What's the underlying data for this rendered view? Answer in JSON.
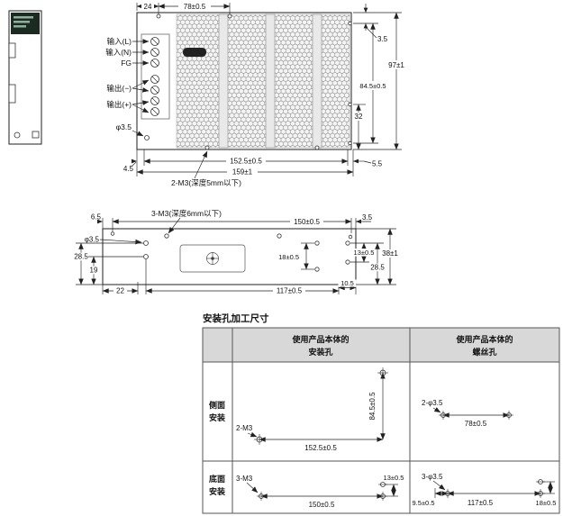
{
  "front_view": {
    "labels": {
      "input_l": "输入(L)",
      "input_n": "输入(N)",
      "fg": "FG",
      "output_neg": "输出(−)",
      "output_pos": "输出(+)",
      "hole": "φ3.5"
    },
    "dims": {
      "d24": "24",
      "d78": "78±0.5",
      "d35": "3.5",
      "d97": "97±1",
      "d845": "84.5±0.5",
      "d32": "32",
      "d45": "4.5",
      "d1525": "152.5±0.5",
      "d159": "159±1",
      "d55": "5.5"
    },
    "callout": "2-M3(深度5mm以下)"
  },
  "bottom_view": {
    "callout": "3-M3(深度6mm以下)",
    "dims": {
      "d65": "6.5",
      "hole": "φ3.5",
      "d285l": "28.5",
      "d19": "19",
      "d22": "22",
      "d150": "150±0.5",
      "d35": "3.5",
      "d18": "18±0.5",
      "d13": "13±0.5",
      "d38": "38±1",
      "d285r": "28.5",
      "d117": "117±0.5",
      "d105": "10.5"
    }
  },
  "table": {
    "title": "安装孔加工尺寸",
    "header_mount_1": "使用产品本体的",
    "header_mount_2": "安装孔",
    "header_screw_1": "使用产品本体的",
    "header_screw_2": "螺丝孔",
    "row_side_1": "侧面",
    "row_side_2": "安装",
    "row_bottom_1": "底面",
    "row_bottom_2": "安装",
    "side_mount": {
      "callout": "2-M3",
      "w": "152.5±0.5",
      "h": "84.5±0.5"
    },
    "side_screw": {
      "callout": "2-φ3.5",
      "w": "78±0.5"
    },
    "bottom_mount": {
      "callout": "3-M3",
      "w": "150±0.5",
      "h": "13±0.5"
    },
    "bottom_screw": {
      "callout": "3-φ3.5",
      "w": "117±0.5",
      "l": "9.5±0.5",
      "h": "18±0.5"
    }
  }
}
